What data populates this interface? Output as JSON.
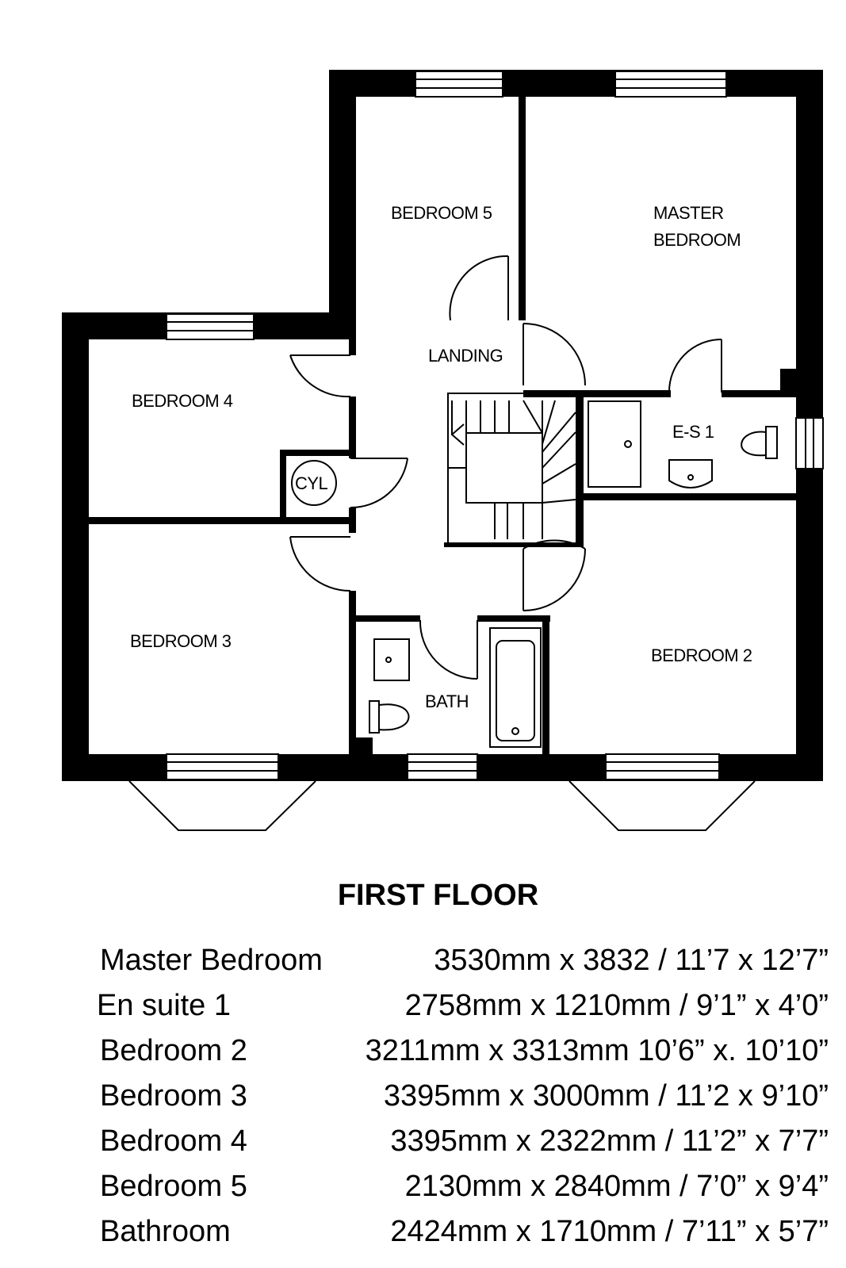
{
  "plan": {
    "rooms": {
      "bedroom5": "BEDROOM 5",
      "master_line1": "MASTER",
      "master_line2": "BEDROOM",
      "landing": "LANDING",
      "bedroom4": "BEDROOM 4",
      "cyl": "CYL",
      "es1": "E-S 1",
      "bedroom3": "BEDROOM 3",
      "bedroom2": "BEDROOM 2",
      "bath": "BATH"
    }
  },
  "title": "FIRST FLOOR",
  "schedule": [
    {
      "name": "Master Bedroom",
      "dims": "3530mm x 3832 / 11’7 x 12’7”"
    },
    {
      "name": "En suite 1",
      "dims": "2758mm x 1210mm / 9’1” x 4’0”"
    },
    {
      "name": "Bedroom 2",
      "dims": "3211mm x 3313mm 10’6” x. 10’10”"
    },
    {
      "name": "Bedroom 3",
      "dims": "3395mm x 3000mm / 11’2 x 9’10”"
    },
    {
      "name": "Bedroom 4",
      "dims": "3395mm x 2322mm / 11’2” x 7’7”"
    },
    {
      "name": "Bedroom 5",
      "dims": "2130mm x 2840mm / 7’0” x 9’4”"
    },
    {
      "name": "Bathroom",
      "dims": "2424mm x 1710mm / 7’11” x 5’7”"
    }
  ]
}
